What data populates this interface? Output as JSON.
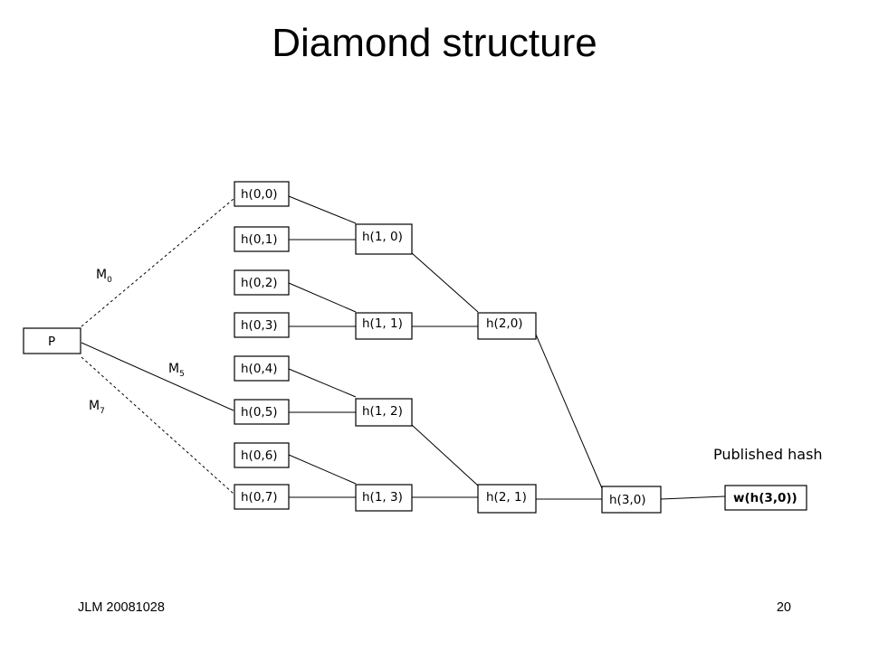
{
  "title": "Diamond structure",
  "footer": {
    "left": "JLM 20081028",
    "right": "20"
  },
  "published_label": "Published hash",
  "nodes": {
    "p": "P",
    "h00": "h(0,0)",
    "h01": "h(0,1)",
    "h02": "h(0,2)",
    "h03": "h(0,3)",
    "h04": "h(0,4)",
    "h05": "h(0,5)",
    "h06": "h(0,6)",
    "h07": "h(0,7)",
    "h10": "h(1, 0)",
    "h11": "h(1, 1)",
    "h12": "h(1, 2)",
    "h13": "h(1, 3)",
    "h20": "h(2,0)",
    "h21": "h(2, 1)",
    "h30": "h(3,0)",
    "w": "w(h(3,0))"
  },
  "edge_labels": {
    "m0": {
      "base": "M",
      "sub": "0"
    },
    "m5": {
      "base": "M",
      "sub": "5"
    },
    "m7": {
      "base": "M",
      "sub": "7"
    }
  }
}
